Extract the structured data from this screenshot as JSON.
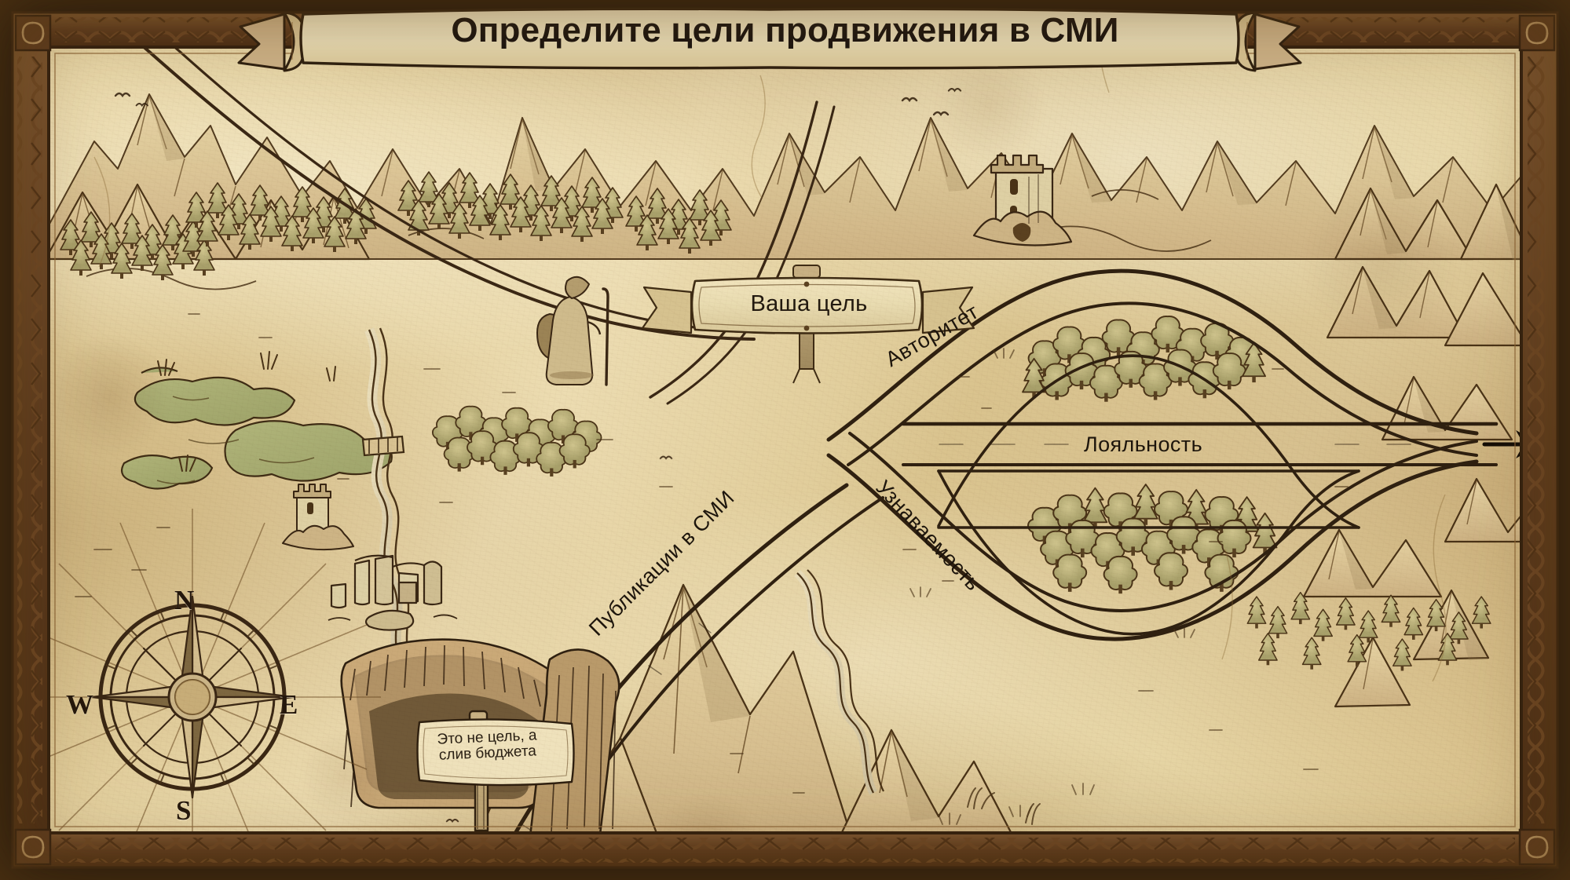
{
  "title": {
    "text": "Определите цели продвижения в СМИ"
  },
  "map": {
    "goal_sign": {
      "label": "Ваша цель"
    },
    "cave_sign": {
      "line1": "Это не цель, а",
      "line2": "слив бюджета"
    },
    "roads": [
      {
        "id": "authority",
        "label": "Авторитет"
      },
      {
        "id": "loyalty",
        "label": "Лояльность"
      },
      {
        "id": "recognition",
        "label": "Узнаваемость"
      },
      {
        "id": "publications",
        "label": "Публикации в СМИ"
      }
    ],
    "compass": {
      "north": "N",
      "south": "S",
      "west": "W",
      "east": "E"
    },
    "colors": {
      "parchment": "#e3cf9b",
      "ink": "#3a2714",
      "ink_dark": "#2a1a0c",
      "text": "#1d150c",
      "forest_green": "#9aa465",
      "water_green": "#a8b06e",
      "frame_brown": "#6b4526"
    },
    "landmarks": [
      "watchtower-north",
      "watchtower-west",
      "ruins",
      "marshland",
      "traveler-wizard",
      "forest-upper",
      "forest-lower",
      "cave-chasm",
      "river",
      "mountains",
      "birds"
    ]
  }
}
